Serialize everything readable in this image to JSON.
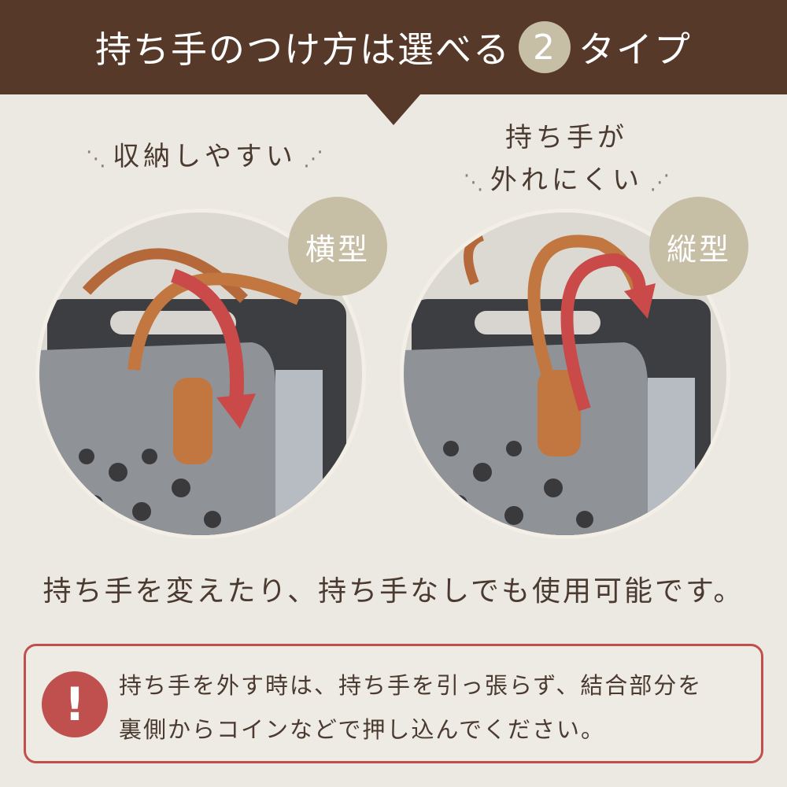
{
  "header": {
    "title_before": "持ち手のつけ方は選べる",
    "number": "2",
    "title_after": "タイプ"
  },
  "left": {
    "label": "収納しやすい",
    "badge": "横型"
  },
  "right": {
    "label_line1": "持ち手が",
    "label_line2": "外れにくい",
    "badge": "縦型"
  },
  "caption": "持ち手を変えたり、持ち手なしでも使用可能です。",
  "warning": {
    "icon": "!",
    "line1": "持ち手を外す時は、持ち手を引っ張らず、結合部分を",
    "line2": "裏側からコインなどで押し込んでください。"
  },
  "colors": {
    "header": "#57392a",
    "badge": "#c7bea6",
    "warning": "#c0504d",
    "background": "#ece9e3"
  }
}
